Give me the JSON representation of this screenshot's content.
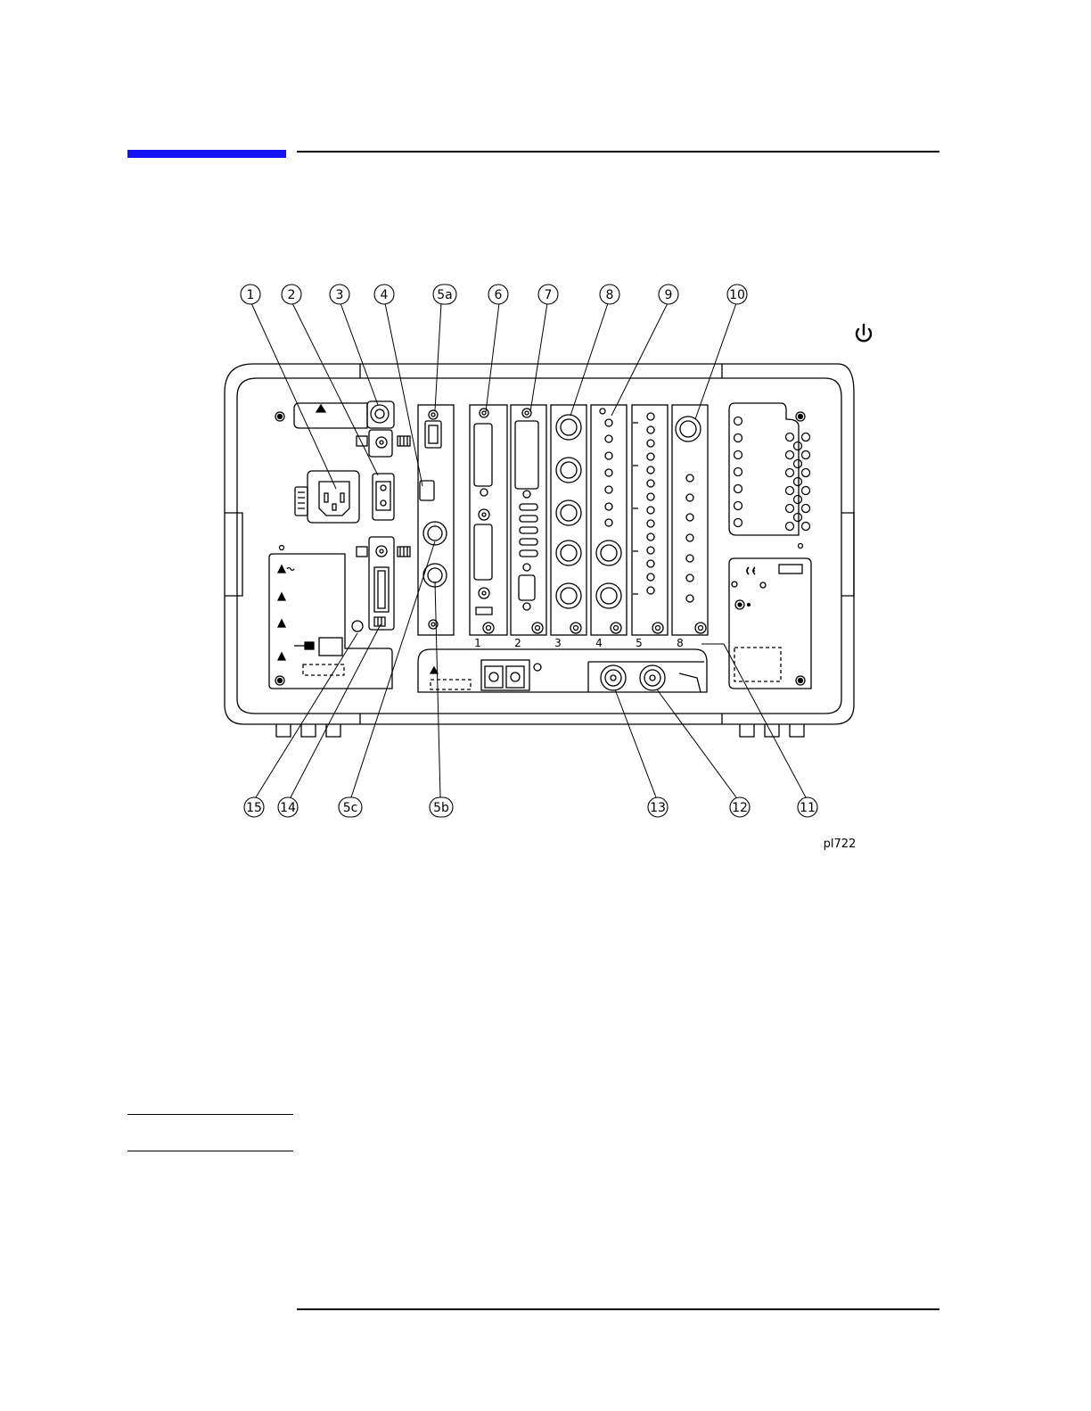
{
  "diagram": {
    "callouts_top": [
      "1",
      "2",
      "3",
      "4",
      "5a",
      "6",
      "7",
      "8",
      "9",
      "10"
    ],
    "callouts_bottom": [
      "15",
      "14",
      "5c",
      "5b",
      "13",
      "12",
      "11"
    ],
    "slot_labels": [
      "1",
      "2",
      "3",
      "4",
      "5",
      "8"
    ],
    "figure_id": "pl722",
    "power_icon": "power-standby-icon"
  },
  "colors": {
    "accent_bar": "#1010f0"
  }
}
